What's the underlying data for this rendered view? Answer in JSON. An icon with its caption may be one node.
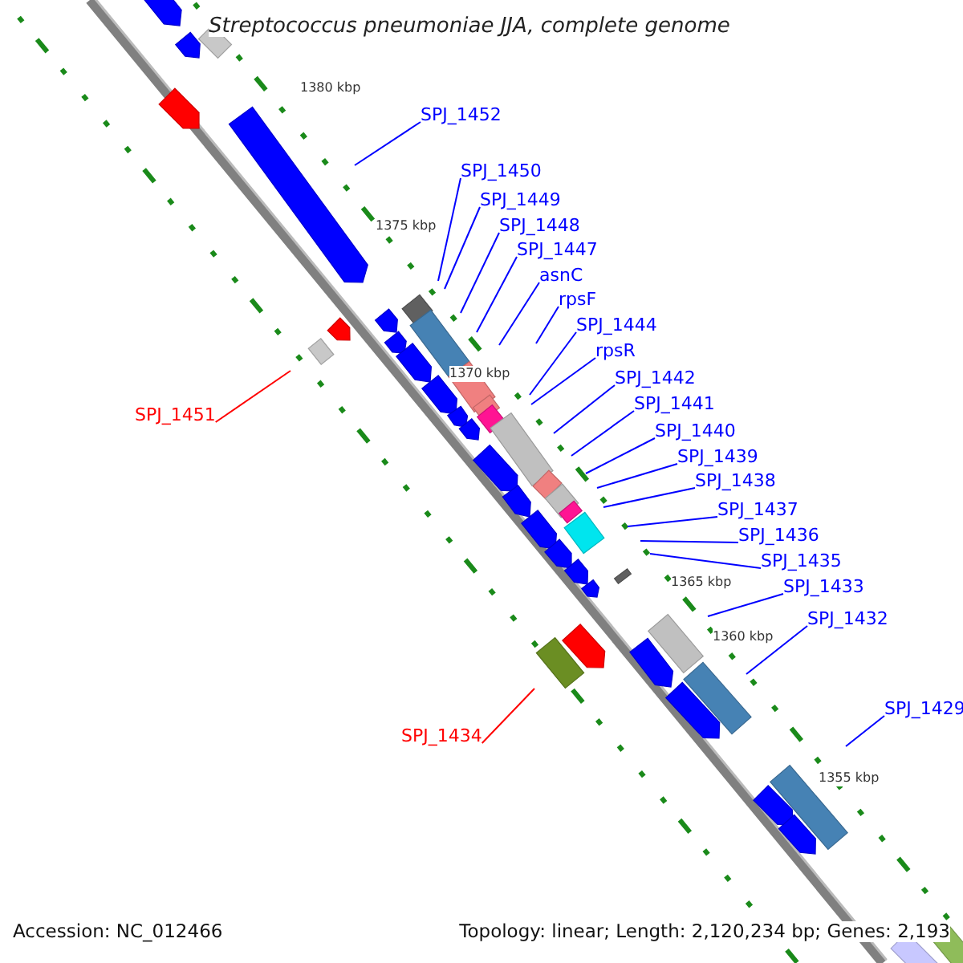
{
  "diagram": {
    "title": "Streptococcus pneumoniae JJA, complete genome",
    "nodes": [
      {
        "text": [
          "SPJ_1452"
        ]
      },
      {
        "text": [
          "SPJ_1450"
        ]
      },
      {
        "text": [
          "SPJ_1449"
        ]
      },
      {
        "text": [
          "SPJ_1448"
        ]
      },
      {
        "text": [
          "SPJ_1447"
        ]
      },
      {
        "text": [
          "asnC"
        ]
      },
      {
        "text": [
          "rpsF"
        ]
      },
      {
        "text": [
          "SPJ_1444"
        ]
      },
      {
        "text": [
          "rpsR"
        ]
      },
      {
        "text": [
          "SPJ_1442"
        ]
      },
      {
        "text": [
          "SPJ_1441"
        ]
      },
      {
        "text": [
          "SPJ_1440"
        ]
      },
      {
        "text": [
          "SPJ_1439"
        ]
      },
      {
        "text": [
          "SPJ_1438"
        ]
      },
      {
        "text": [
          "SPJ_1437"
        ]
      },
      {
        "text": [
          "SPJ_1436"
        ]
      },
      {
        "text": [
          "SPJ_1435"
        ]
      },
      {
        "text": [
          "SPJ_1433"
        ]
      },
      {
        "text": [
          "SPJ_1432"
        ]
      },
      {
        "text": [
          "SPJ_1429"
        ]
      },
      {
        "text": [
          "SPJ_1451"
        ]
      },
      {
        "text": [
          "SPJ_1434"
        ]
      }
    ],
    "edges": [
      {
        "from": 0,
        "to": null,
        "arrow": "none"
      },
      {
        "from": 1,
        "to": null,
        "arrow": "none"
      },
      {
        "from": 2,
        "to": null,
        "arrow": "none"
      },
      {
        "from": 3,
        "to": null,
        "arrow": "none"
      },
      {
        "from": 4,
        "to": null,
        "arrow": "none"
      },
      {
        "from": 5,
        "to": null,
        "arrow": "none"
      },
      {
        "from": 6,
        "to": null,
        "arrow": "none"
      },
      {
        "from": 7,
        "to": null,
        "arrow": "none"
      },
      {
        "from": 8,
        "to": null,
        "arrow": "none"
      },
      {
        "from": 9,
        "to": null,
        "arrow": "none"
      },
      {
        "from": 10,
        "to": null,
        "arrow": "none"
      },
      {
        "from": 11,
        "to": null,
        "arrow": "none"
      },
      {
        "from": 12,
        "to": null,
        "arrow": "none"
      },
      {
        "from": 13,
        "to": null,
        "arrow": "none"
      },
      {
        "from": 14,
        "to": null,
        "arrow": "none"
      },
      {
        "from": 15,
        "to": null,
        "arrow": "none"
      },
      {
        "from": 16,
        "to": null,
        "arrow": "none"
      },
      {
        "from": 17,
        "to": null,
        "arrow": "none"
      },
      {
        "from": 18,
        "to": null,
        "arrow": "none"
      },
      {
        "from": 19,
        "to": null,
        "arrow": "none"
      },
      {
        "from": 20,
        "to": null,
        "arrow": "none",
        "color": "#ff0000"
      },
      {
        "from": 21,
        "to": null,
        "arrow": "none",
        "color": "#ff0000"
      }
    ],
    "labels": [
      "1380 kbp",
      "1375 kbp",
      "1370 kbp",
      "1365 kbp",
      "1360 kbp",
      "1355 kbp",
      "Accession: NC_012466",
      "Topology: linear; Length: 2,120,234 bp; Genes: 2,193"
    ]
  }
}
